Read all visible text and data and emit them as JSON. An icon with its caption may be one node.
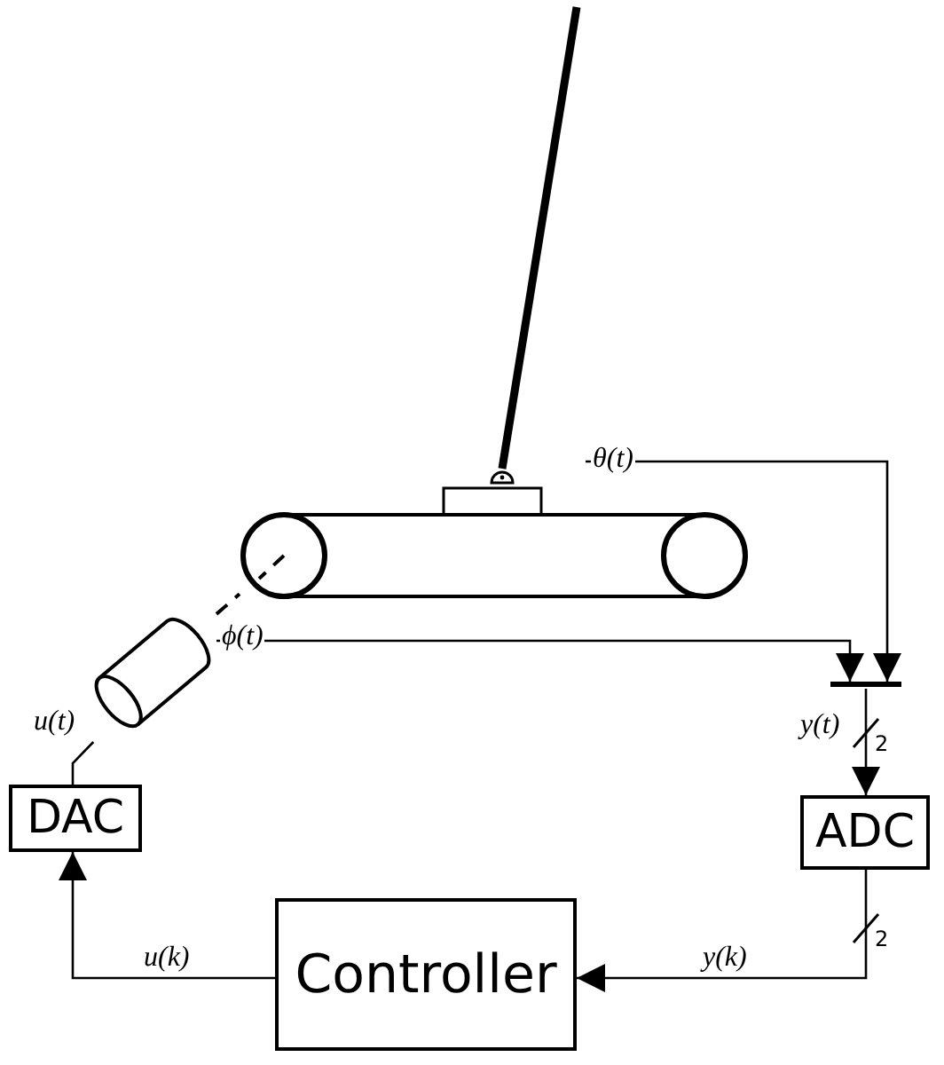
{
  "diagram": {
    "nodes": [
      {
        "text": [],
        "shape": "picture"
      },
      {
        "text": [],
        "shape": "picture"
      },
      {
        "text": [],
        "shape": "cylinder"
      },
      {
        "text": [],
        "shape": "bar"
      },
      {
        "text": [
          "DAC"
        ]
      },
      {
        "text": [
          "ADC"
        ]
      },
      {
        "text": [
          "Controller"
        ]
      }
    ],
    "edges": [
      {
        "from": 0,
        "to": 3,
        "arrow": "to",
        "label": "θ(t)"
      },
      {
        "from": 2,
        "to": 3,
        "arrow": "to",
        "label": "ϕ(t)"
      },
      {
        "from": 3,
        "to": 5,
        "arrow": "to",
        "label": "y(t)"
      },
      {
        "from": 5,
        "to": 6,
        "arrow": "to",
        "label": "y(k)"
      },
      {
        "from": 6,
        "to": 4,
        "arrow": "to",
        "label": "u(k)"
      },
      {
        "from": 4,
        "to": 2,
        "arrow": "none",
        "label": "u(t)"
      },
      {
        "from": 2,
        "to": 1,
        "arrow": "none",
        "style": "dashed"
      }
    ],
    "labels": [
      "2",
      "2"
    ]
  }
}
